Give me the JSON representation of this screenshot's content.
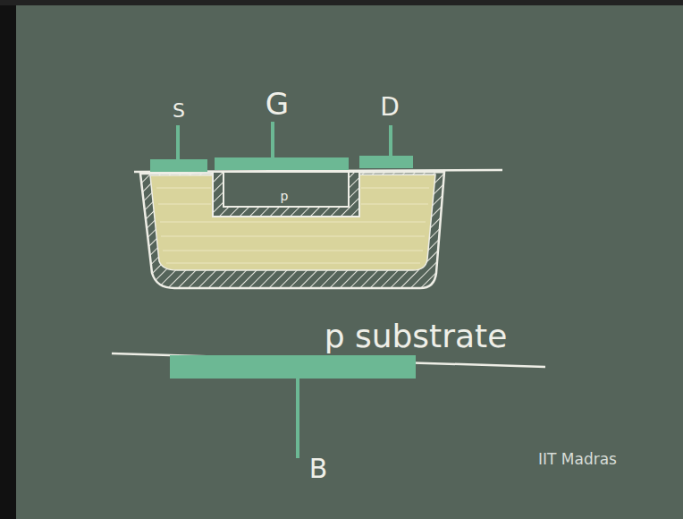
{
  "diagram": {
    "labels": [
      "S",
      "G",
      "D",
      "p",
      "p substrate",
      "B",
      "IIT Madras"
    ]
  }
}
